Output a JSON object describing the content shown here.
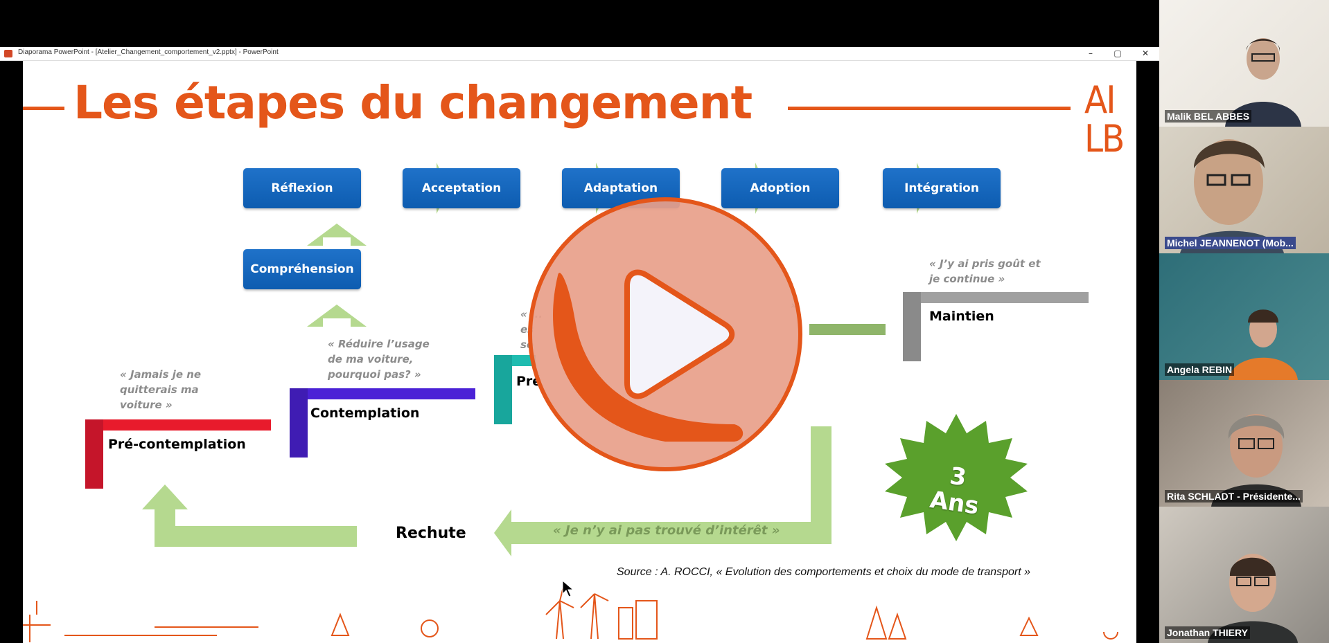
{
  "window": {
    "title": "Diaporama PowerPoint - [Atelier_Changement_comportement_v2.pptx] - PowerPoint",
    "minimize": "–",
    "restore": "▢",
    "close": "✕"
  },
  "slide": {
    "title": "Les étapes du changement",
    "logo": [
      "AI",
      "LB"
    ],
    "stages": [
      "Réflexion",
      "Acceptation",
      "Adaptation",
      "Adoption",
      "Intégration"
    ],
    "comprehension": "Compréhension",
    "stairs": {
      "precontemplation": "Pré-contemplation",
      "contemplation": "Contemplation",
      "preparation_partial": "Pré",
      "maintien": "Maintien",
      "rechute": "Rechute"
    },
    "quotes": {
      "precontemplation": [
        "« Jamais je ne",
        "quitterais ma",
        "voiture »"
      ],
      "contemplation": [
        "« Réduire l’usage",
        "de ma voiture,",
        "pourquoi pas? »"
      ],
      "preparation_partial": [
        "« ...",
        "es",
        "so"
      ],
      "maintien": [
        "« J’y ai pris goût et",
        "je continue »"
      ],
      "rechute": "« Je n’y ai pas trouvé d’intérêt »",
      "partial_mark": "»"
    },
    "badge": [
      "3",
      "Ans"
    ],
    "source": "Source : A. ROCCI, « Evolution des comportements et choix du mode de transport »",
    "colors": {
      "accent": "#e4561a",
      "stage_blue": "#0d5cb0",
      "arrow_green": "#b5d98f",
      "badge_green": "#5aa02c"
    }
  },
  "participants": [
    {
      "name": "Malik BEL ABBES"
    },
    {
      "name": "Michel JEANNENOT (Mob..."
    },
    {
      "name": "Angela REBIN"
    },
    {
      "name": "Rita SCHLADT - Présidente..."
    },
    {
      "name": "Jonathan THIERY"
    }
  ],
  "icons": {
    "play": "play-icon",
    "app": "powerpoint-icon",
    "cursor": "mouse-cursor-icon"
  }
}
